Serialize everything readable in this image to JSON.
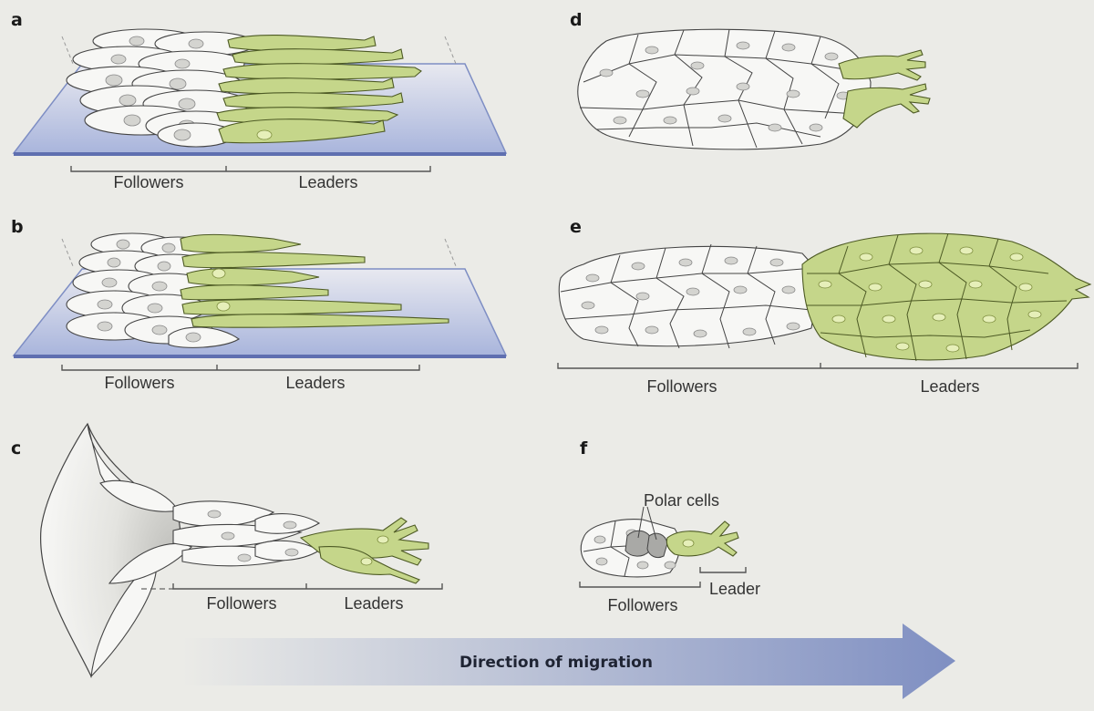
{
  "panels": {
    "a": {
      "letter": "a",
      "left_label": "Followers",
      "right_label": "Leaders"
    },
    "b": {
      "letter": "b",
      "left_label": "Followers",
      "right_label": "Leaders"
    },
    "c": {
      "letter": "c",
      "left_label": "Followers",
      "right_label": "Leaders"
    },
    "d": {
      "letter": "d"
    },
    "e": {
      "letter": "e",
      "left_label": "Followers",
      "right_label": "Leaders"
    },
    "f": {
      "letter": "f",
      "left_label": "Followers",
      "right_label": "Leader",
      "callout": "Polar cells"
    }
  },
  "arrow": {
    "label": "Direction of migration"
  },
  "colors": {
    "background": "#ebebe7",
    "follower_cell": "#f7f7f5",
    "leader_cell": "#c5d68a",
    "polar_cell": "#a9a9a6",
    "substrate": "#aab6dd",
    "arrow_start": "#ebebe7",
    "arrow_end": "#7f8fc2"
  }
}
